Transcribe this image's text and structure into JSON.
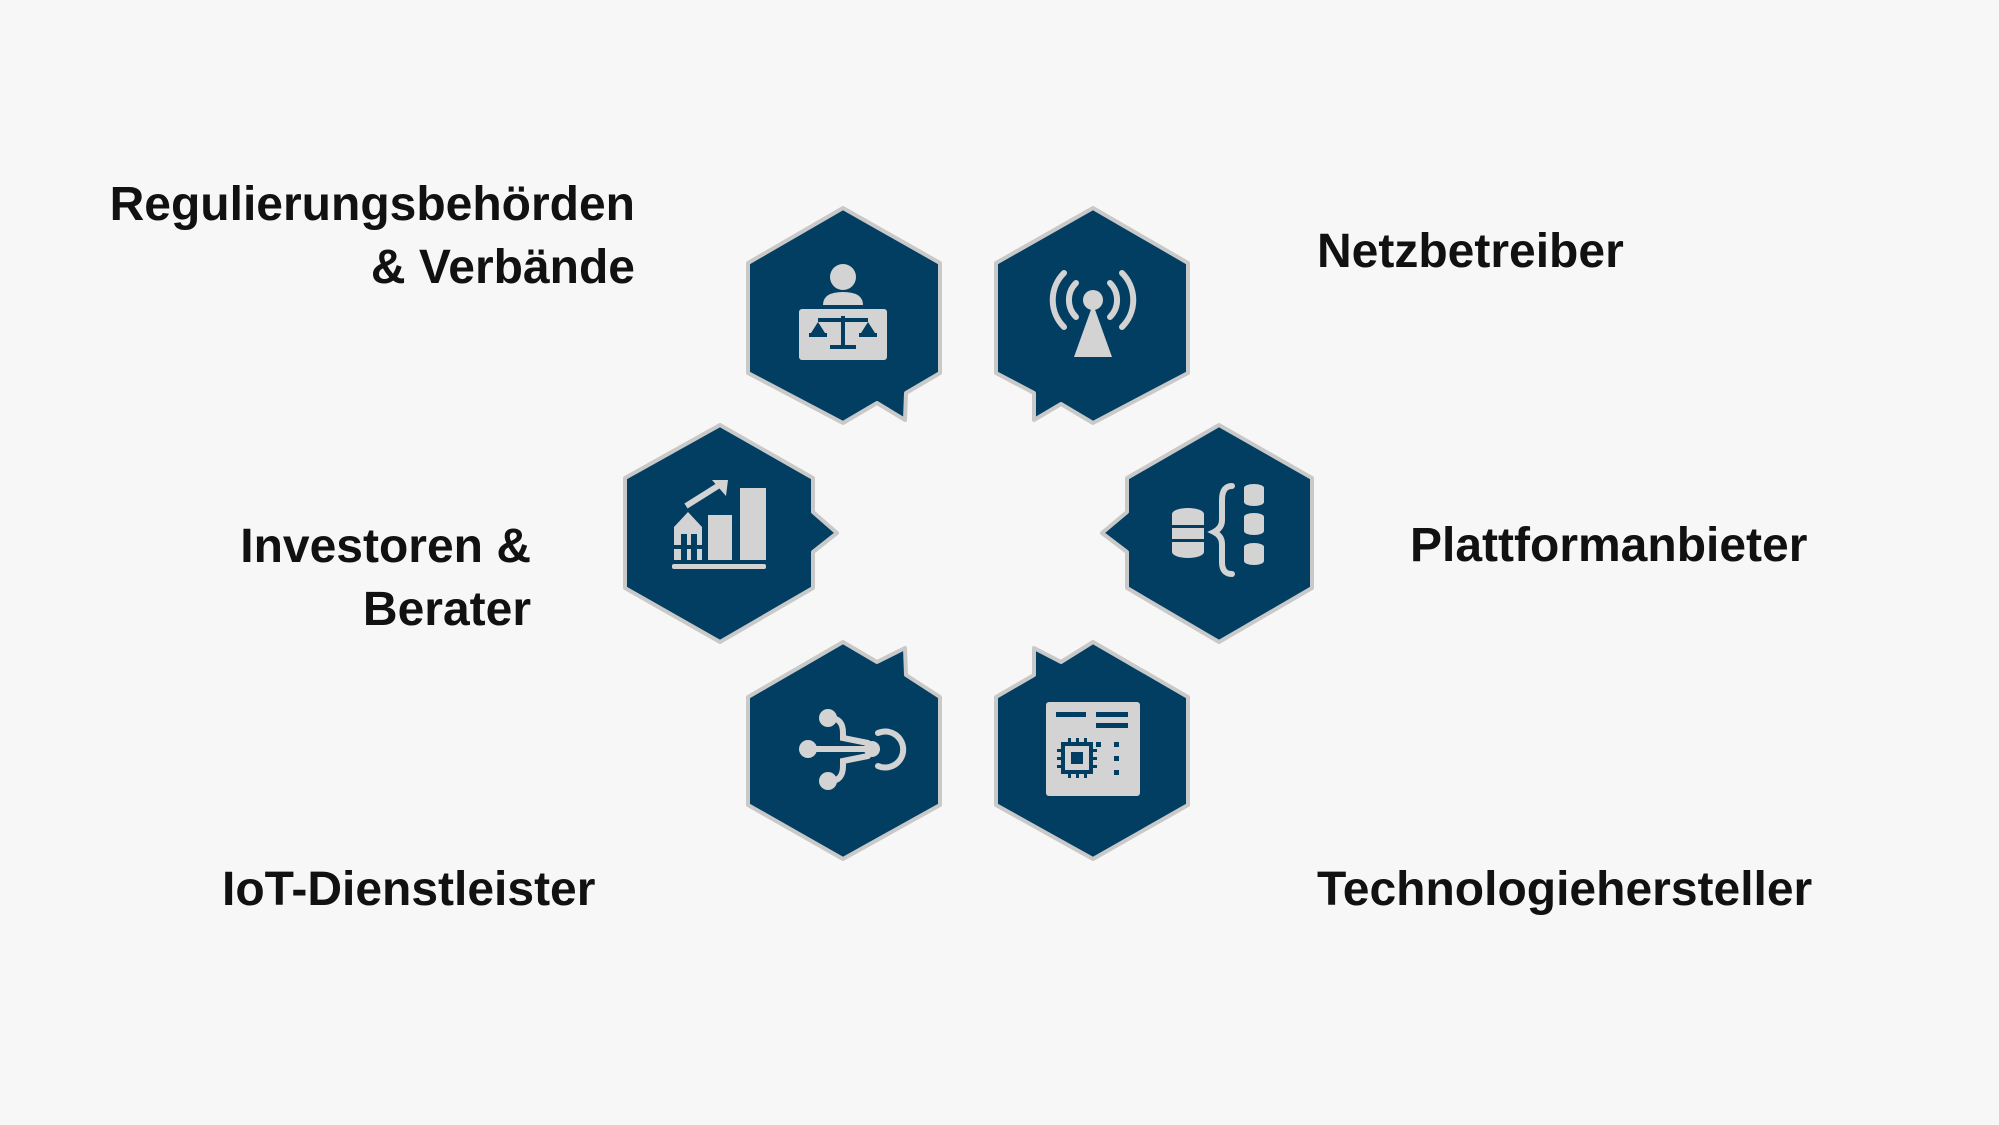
{
  "colors": {
    "background": "#f7f7f7",
    "hexagon_fill": "#023e61",
    "hexagon_border": "#c9c9c9",
    "icon_color": "#d3d3d3",
    "text": "#111111"
  },
  "stakeholders": [
    {
      "id": "regulators",
      "label_lines": [
        "Regulierungsbehörden",
        "& Verbände"
      ],
      "icon": "judge-scales-icon",
      "position": "top-left"
    },
    {
      "id": "grid-operators",
      "label_lines": [
        "Netzbetreiber"
      ],
      "icon": "antenna-tower-icon",
      "position": "top-right"
    },
    {
      "id": "investors",
      "label_lines": [
        "Investoren &",
        "Berater"
      ],
      "icon": "growth-chart-icon",
      "position": "middle-left"
    },
    {
      "id": "platform-providers",
      "label_lines": [
        "Plattformanbieter"
      ],
      "icon": "database-network-icon",
      "position": "middle-right"
    },
    {
      "id": "iot-providers",
      "label_lines": [
        "IoT-Dienstleister"
      ],
      "icon": "iot-connection-icon",
      "position": "bottom-left"
    },
    {
      "id": "technology-manufacturers",
      "label_lines": [
        "Technologiehersteller"
      ],
      "icon": "circuit-board-icon",
      "position": "bottom-right"
    }
  ]
}
